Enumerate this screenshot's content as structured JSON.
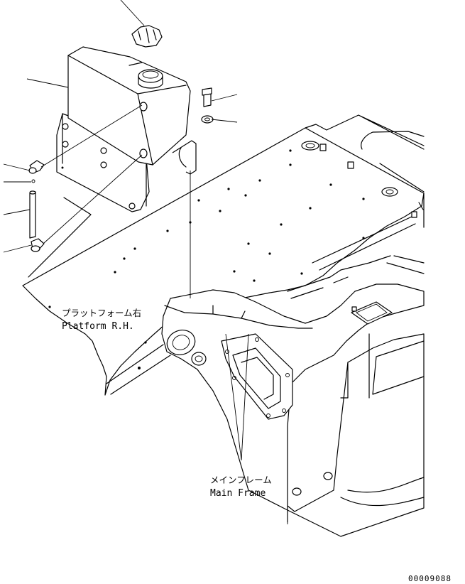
{
  "labels": {
    "platform_jp": "プラットフォーム右",
    "platform_en": "Platform R.H.",
    "frame_jp": "メインフレーム",
    "frame_en": "Main Frame"
  },
  "drawing_number": "00009088"
}
